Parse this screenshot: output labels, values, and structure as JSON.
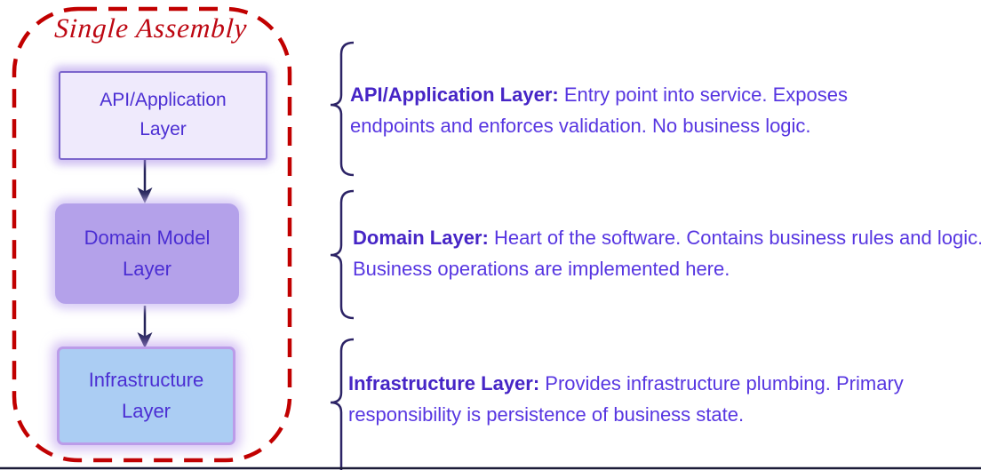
{
  "diagram": {
    "assembly": {
      "title": "Single Assembly",
      "boxes": [
        {
          "id": "api",
          "label": "API/Application Layer"
        },
        {
          "id": "domain",
          "label": "Domain Model Layer"
        },
        {
          "id": "infrastructure",
          "label": "Infrastructure Layer"
        }
      ]
    },
    "annotations": [
      {
        "label": "API/Application Layer:",
        "description": " Entry point into service. Exposes endpoints and enforces validation. No business logic."
      },
      {
        "label": "Domain Layer:",
        "description": " Heart of the software. Contains business rules and logic. Business operations are implemented here."
      },
      {
        "label": "Infrastructure Layer:",
        "description": " Provides infrastructure plumbing. Primary responsibility is persistence of business state."
      }
    ],
    "colors": {
      "assembly_dashed_border": "#c10000",
      "title_text": "#bd0712",
      "api_box_fill": "#efeafc",
      "api_box_border": "#7c66cc",
      "domain_box_fill": "#b4a1ea",
      "infra_box_fill": "#abcdf3",
      "infra_box_ring": "#bb9ce9",
      "box_text": "#4b2ed3",
      "arrow": "#232258",
      "brace": "#2c2366",
      "annotation_text": "#5736e1",
      "annotation_label_text": "#4625c6",
      "baseline": "#1b1b38"
    }
  }
}
